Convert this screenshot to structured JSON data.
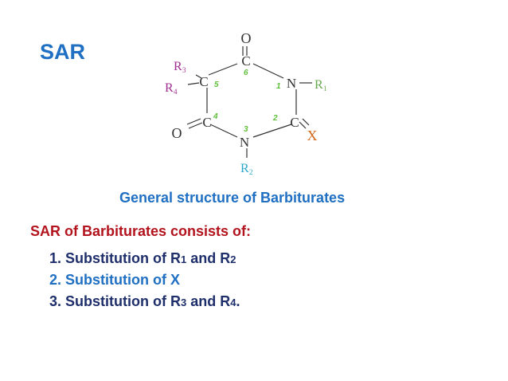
{
  "slide": {
    "title": "SAR",
    "caption": "General structure of Barbiturates",
    "intro": "SAR of Barbiturates consists of:",
    "points": [
      {
        "prefix": "1. Substitution of R",
        "sub1": "1",
        "mid": " and R",
        "sub2": "2",
        "suffix": ""
      },
      {
        "text": "2. Substitution of X"
      },
      {
        "prefix": "3. Substitution of R",
        "sub1": "3",
        "mid": " and R",
        "sub2": "4",
        "suffix": "."
      }
    ]
  },
  "structure": {
    "atoms": {
      "o_top": "O",
      "c6": "C",
      "c5": "C",
      "n1": "N",
      "c4": "C",
      "c2": "C",
      "n3": "N",
      "o_left": "O",
      "x": "X",
      "r1": "R",
      "r1_sub": "1",
      "r2": "R",
      "r2_sub": "2",
      "r3": "R",
      "r3_sub": "3",
      "r4": "R",
      "r4_sub": "4"
    },
    "positions": [
      "1",
      "2",
      "3",
      "4",
      "5",
      "6"
    ],
    "colors": {
      "bond": "#333333",
      "r_substituent": "#a03090",
      "r1_green": "#6aa84f",
      "r2_blue": "#2aa7c9",
      "x_orange": "#d2691e",
      "position_green": "#5fbf3a"
    }
  }
}
